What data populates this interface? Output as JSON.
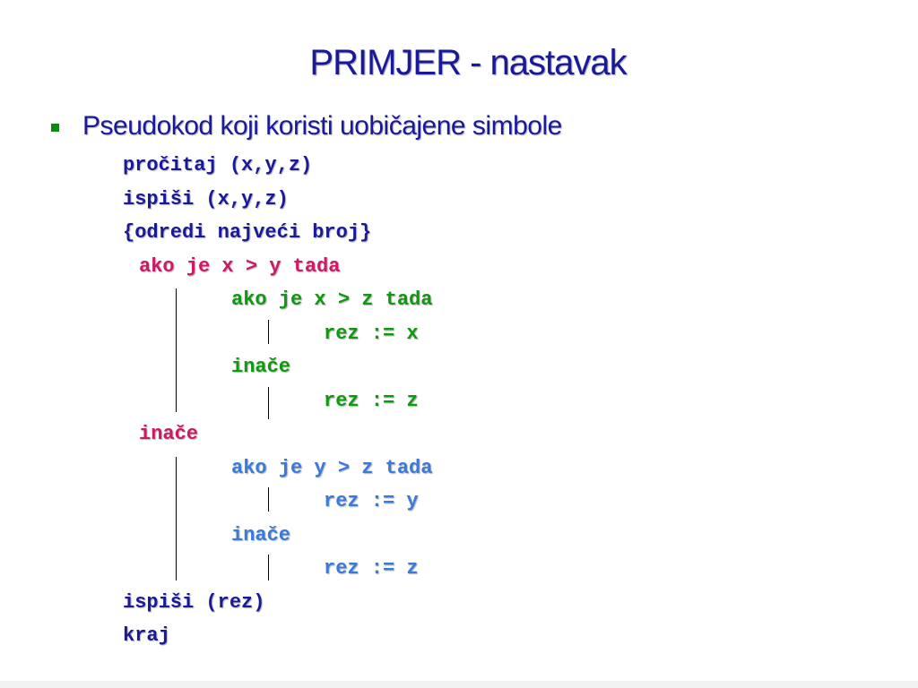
{
  "slide": {
    "title": "PRIMJER - nastavak",
    "bullet": "Pseudokod koji koristi uobičajene simbole",
    "code": {
      "l1": "pročitaj (x,y,z)",
      "l2": "ispiši (x,y,z)",
      "l3": "{odredi najveći broj}",
      "l4": "ako je x > y tada",
      "l5": "ako je x > z tada",
      "l6": "rez := x",
      "l7": "inače",
      "l8": "rez := z",
      "l9": "inače",
      "l10": "ako je y > z tada",
      "l11": "rez := y",
      "l12": "inače",
      "l13": "rez := z",
      "l14": "ispiši (rez)",
      "l15": "kraj"
    }
  },
  "colors": {
    "title": "#1a1a99",
    "bullet_marker": "#0a8a0a",
    "outer_branch": "#cc1a66",
    "inner_branch_1": "#109910",
    "inner_branch_2": "#3a7ad9"
  }
}
